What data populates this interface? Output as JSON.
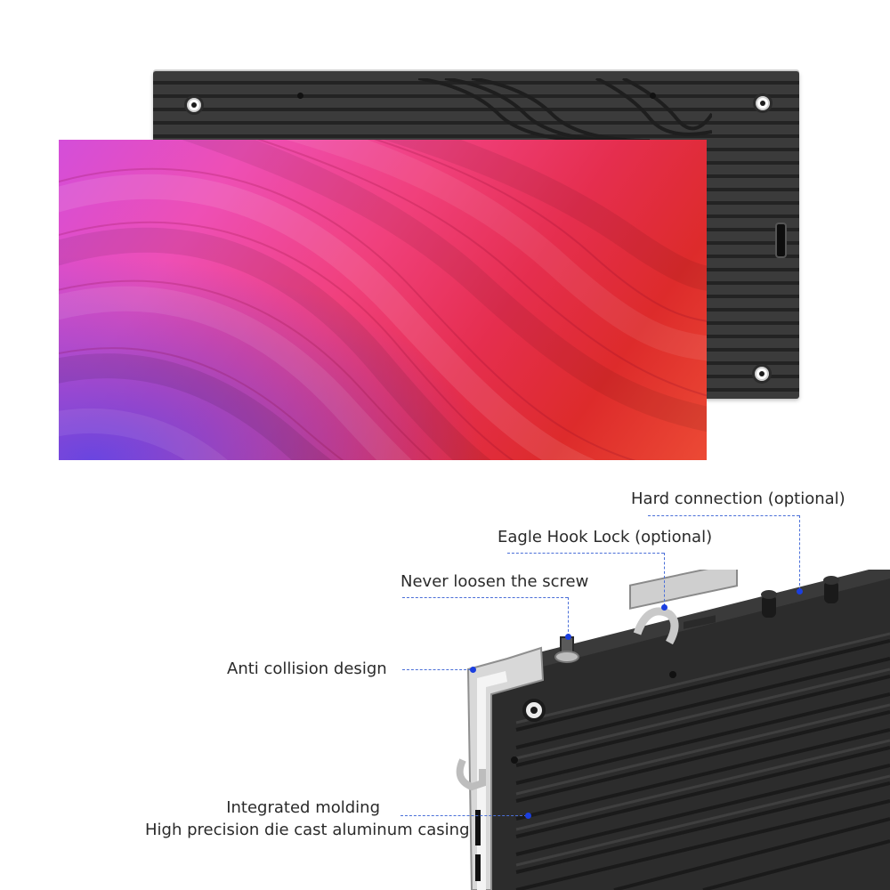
{
  "callouts": {
    "hard_connection": "Hard connection (optional)",
    "eagle_hook_lock": "Eagle Hook Lock (optional)",
    "never_loosen_screw": "Never loosen the screw",
    "anti_collision": "Anti collision design",
    "integrated_molding": "Integrated molding",
    "die_cast_casing": "High precision die cast aluminum casing"
  },
  "colors": {
    "leader_line": "#4a6fd8",
    "pin_dot": "#1b3fe0",
    "panel_dark": "#2b2b2b"
  }
}
